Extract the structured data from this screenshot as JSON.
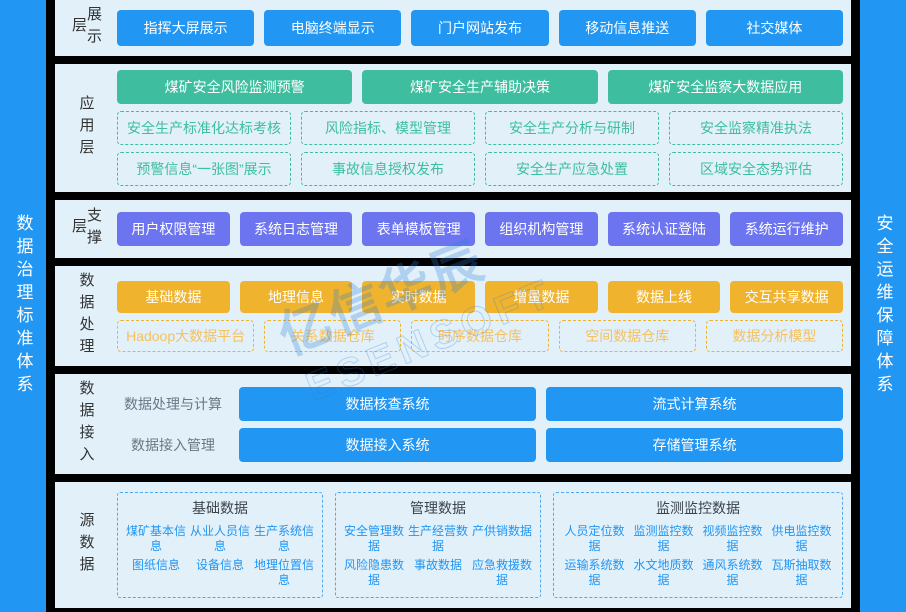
{
  "rails": {
    "left": "数据治理标准体系",
    "right": "安全运维保障体系"
  },
  "watermark": {
    "cn": "亿信华辰",
    "en": "ESENSOFT"
  },
  "colors": {
    "blue": "#2196F3",
    "green": "#3EBE9F",
    "purple": "#6C74F0",
    "amber": "#F0B32E",
    "panel_bg": "#E2F0FA",
    "gap": "#000000"
  },
  "layers": {
    "display": {
      "label": "展示层",
      "items": [
        "指挥大屏展示",
        "电脑终端显示",
        "门户网站发布",
        "移动信息推送",
        "社交媒体"
      ]
    },
    "application": {
      "label": "应用层",
      "row_top": [
        "煤矿安全风险监测预警",
        "煤矿安全生产辅助决策",
        "煤矿安全监察大数据应用"
      ],
      "row_mid": [
        "安全生产标准化达标考核",
        "风险指标、模型管理",
        "安全生产分析与研制",
        "安全监察精准执法"
      ],
      "row_bottom": [
        "预警信息“一张图”展示",
        "事故信息授权发布",
        "安全生产应急处置",
        "区域安全态势评估"
      ]
    },
    "support": {
      "label": "支撑层",
      "items": [
        "用户权限管理",
        "系统日志管理",
        "表单模板管理",
        "组织机构管理",
        "系统认证登陆",
        "系统运行维护"
      ]
    },
    "data_processing": {
      "label": "数据处理",
      "row_top": [
        "基础数据",
        "地理信息",
        "实时数据",
        "增量数据",
        "数据上线",
        "交互共享数据"
      ],
      "row_bottom": [
        "Hadoop大数据平台",
        "关系数据仓库",
        "时序数据仓库",
        "空间数据仓库",
        "数据分析模型"
      ]
    },
    "data_access": {
      "label": "数据接入",
      "rows": [
        {
          "sub_label": "数据处理与计算",
          "items": [
            "数据核查系统",
            "流式计算系统"
          ]
        },
        {
          "sub_label": "数据接入管理",
          "items": [
            "数据接入系统",
            "存储管理系统"
          ]
        }
      ]
    },
    "source_data": {
      "label": "源数据",
      "boxes": [
        {
          "title": "基础数据",
          "columns": 3,
          "items": [
            "煤矿基本信息",
            "从业人员信息",
            "生产系统信息",
            "图纸信息",
            "设备信息",
            "地理位置信息"
          ]
        },
        {
          "title": "管理数据",
          "columns": 3,
          "items": [
            "安全管理数据",
            "生产经营数据",
            "产供销数据",
            "风险隐患数据",
            "事故数据",
            "应急救援数据"
          ]
        },
        {
          "title": "监测监控数据",
          "columns": 4,
          "items": [
            "人员定位数据",
            "监测监控数据",
            "视频监控数据",
            "供电监控数据",
            "运输系统数据",
            "水文地质数据",
            "通风系统数据",
            "瓦斯抽取数据"
          ]
        }
      ]
    }
  }
}
